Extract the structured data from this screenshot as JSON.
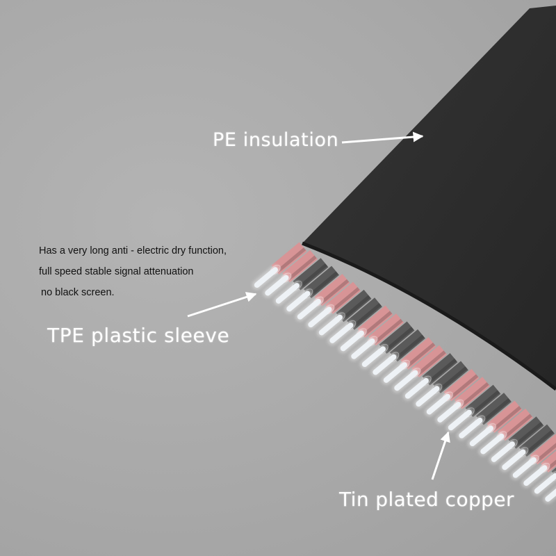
{
  "labels": {
    "pe_insulation": "PE insulation",
    "tpe_sleeve": "TPE plastic sleeve",
    "tin_copper": "Tin plated copper"
  },
  "description": {
    "lines": [
      "Has a very long anti - electric dry function,",
      "full speed stable signal attenuation",
      "no black screen."
    ]
  },
  "cable": {
    "sleeve_pattern": [
      "pink",
      "pink",
      "gray",
      "gray"
    ]
  },
  "colors": {
    "background": "#aaaaaa",
    "jacket": "#2f2f2f",
    "sleeve_pink": "#d89496",
    "sleeve_gray": "#5a5a5a",
    "conductor": "#eef2f6",
    "label_text": "#ffffff",
    "description_text": "#111111"
  }
}
